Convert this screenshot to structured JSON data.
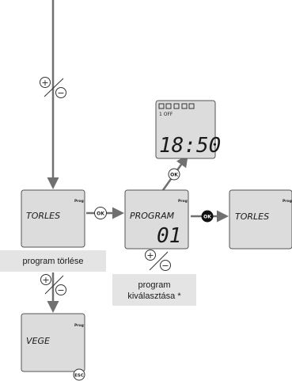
{
  "screens": {
    "clock": {
      "top_label": "1 OFF",
      "time": "18:50"
    },
    "torles_left": {
      "prog": "Prog",
      "text": "TORLES"
    },
    "program": {
      "prog": "Prog",
      "text": "PROGRAM",
      "number": "01"
    },
    "torles_right": {
      "prog": "Prog",
      "text": "TORLES"
    },
    "vege": {
      "prog": "Prog",
      "text": "VEGE"
    }
  },
  "buttons": {
    "plus": "+",
    "minus": "−",
    "ok": "OK",
    "esc": "ESC"
  },
  "captions": {
    "program_delete": "program törlése",
    "program_select_line1": "program",
    "program_select_line2": "kiválasztása *"
  },
  "colors": {
    "screen_fill": "#dcdcdc",
    "screen_border": "#555555",
    "arrow": "#707070",
    "caption_box": "#e4e4e4"
  }
}
